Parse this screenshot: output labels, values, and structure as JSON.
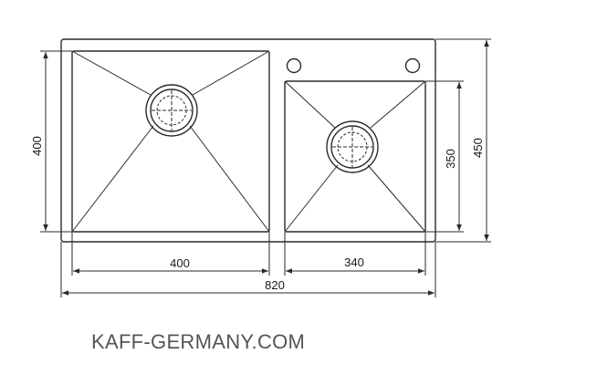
{
  "diagram": {
    "dimensions": {
      "left_bowl_height": "400",
      "left_bowl_width": "400",
      "right_bowl_width": "340",
      "right_bowl_height": "350",
      "total_height": "450",
      "total_width": "820"
    },
    "brand": "KAFF-GERMANY.COM",
    "colors": {
      "line": "#2a2a2a",
      "brand_text": "#555555"
    }
  }
}
